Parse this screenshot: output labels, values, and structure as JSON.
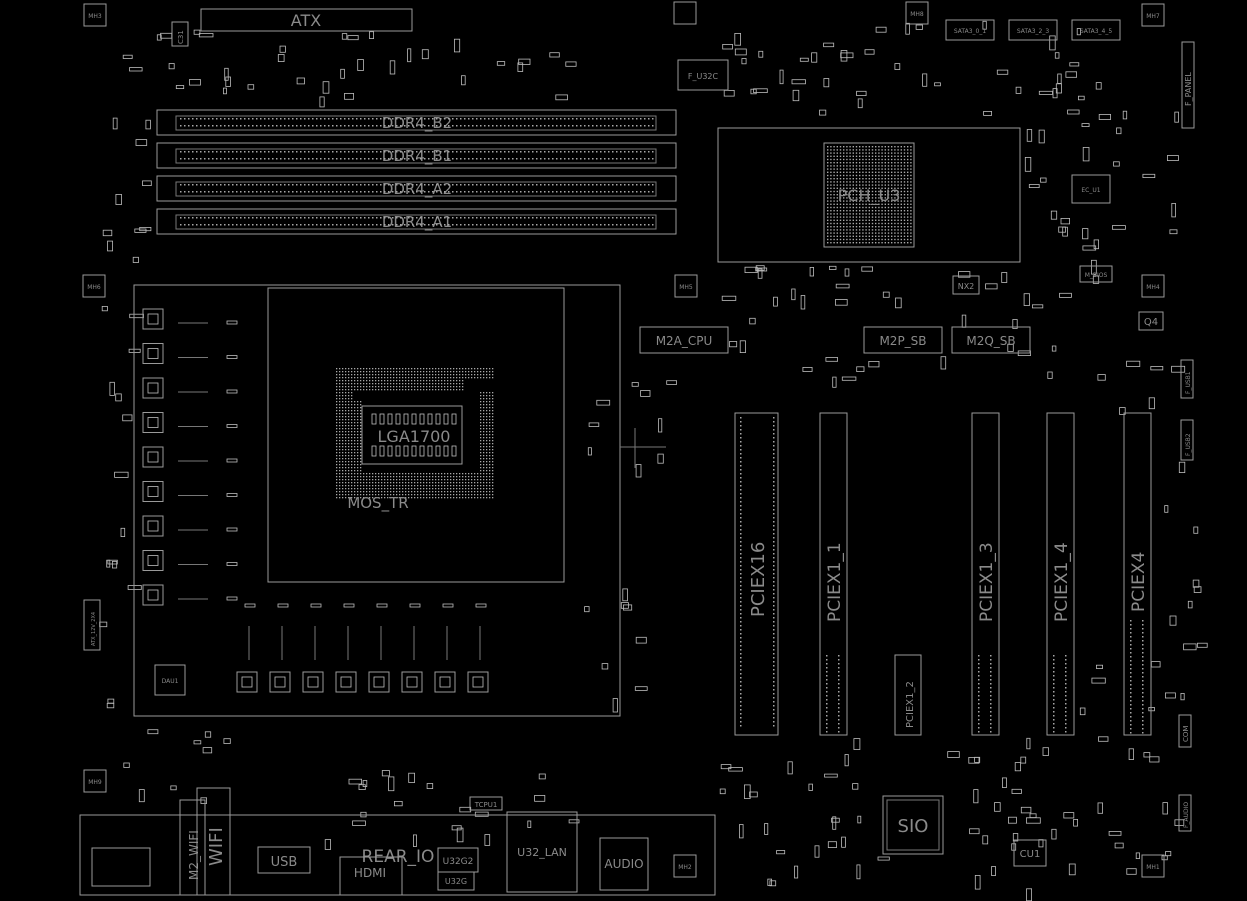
{
  "board_labels": {
    "atx": "ATX",
    "ddr_b2": "DDR4_B2",
    "ddr_b1": "DDR4_B1",
    "ddr_a2": "DDR4_A2",
    "ddr_a1": "DDR4_A1",
    "pch": "PCH_U3",
    "fu32c": "F_U32C",
    "lga": "LGA1700",
    "mos": "MOS_TR",
    "m2a": "M2A_CPU",
    "m2p": "M2P_SB",
    "m2q": "M2Q_SB",
    "pciex16": "PCIEX16",
    "pciex1_1": "PCIEX1_1",
    "pciex1_3": "PCIEX1_3",
    "pciex1_4": "PCIEX1_4",
    "pciex4": "PCIEX4",
    "pciex1_2": "PCIEX1_2",
    "sio": "SIO",
    "rear_io": "REAR_IO",
    "m2wifi": "M2_WIFI",
    "wifi": "WIFI",
    "usb": "USB",
    "hdmi": "HDMI",
    "u32g2": "U32G2",
    "u32g": "U32G",
    "u32lan": "U32_LAN",
    "audio": "AUDIO",
    "cu1": "CU1",
    "nx2": "NX2",
    "q4": "Q4",
    "sata1": "SATA3_0_1",
    "sata2": "SATA3_2_3",
    "sata3": "SATA3_4_5",
    "fpanel": "F_PANEL",
    "fusb1": "F_USB1",
    "fusb2": "F_USB2",
    "com": "COM",
    "faudio": "F_AUDIO",
    "tcpu1": "TCPU1",
    "dau1": "DAU1",
    "ec": "EC_U1",
    "cl1": "C31",
    "bios": "M_BIOS",
    "mh_tl": "MH3",
    "mh_tr": "MH7",
    "mh_m": "MH8",
    "mh_l": "MH6",
    "mh_c": "MH5",
    "mh_r": "MH4",
    "mh_bl": "MH9",
    "mh_br": "MH1",
    "mh_b": "MH2",
    "cpu_fan": "ATX_12V_2X4"
  }
}
